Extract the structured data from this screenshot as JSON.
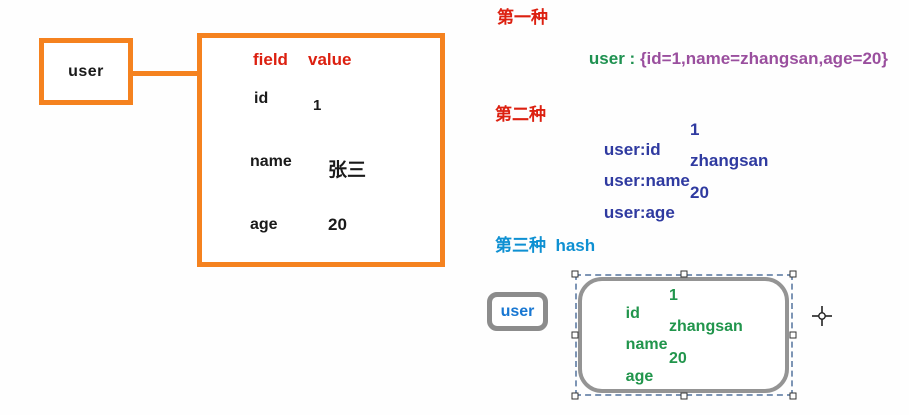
{
  "left_diagram": {
    "key_box_label": "user",
    "table_header": {
      "field": "field",
      "value": "value"
    },
    "table_rows": [
      {
        "field": "id",
        "value": "1"
      },
      {
        "field": "name",
        "value": "张三"
      },
      {
        "field": "age",
        "value": "20"
      }
    ]
  },
  "method1": {
    "heading": "第一种",
    "key": "user : ",
    "value": "{id=1,name=zhangsan,age=20}"
  },
  "method2": {
    "heading": "第二种",
    "entries": [
      {
        "key": "user:id",
        "value": "1"
      },
      {
        "key": "user:name",
        "value": "zhangsan"
      },
      {
        "key": "user:age",
        "value": "20"
      }
    ]
  },
  "method3": {
    "heading": "第三种  hash",
    "key_box_label": "user",
    "hash_rows": [
      {
        "field": "id",
        "value": "1"
      },
      {
        "field": "name",
        "value": "zhangsan"
      },
      {
        "field": "age",
        "value": "20"
      }
    ]
  },
  "icons": {
    "crosshair": "crosshair-cursor"
  },
  "colors": {
    "orange": "#F5821F",
    "red": "#DC2010",
    "green_key": "#1E9150",
    "purple": "#9A4F9E",
    "dark_blue": "#2F3AA0",
    "cyan": "#0E90D2",
    "blue_label": "#1877D2",
    "green_hash": "#21954C",
    "gray_border": "#8C8C8C",
    "selection_blue": "#7D95B5"
  }
}
